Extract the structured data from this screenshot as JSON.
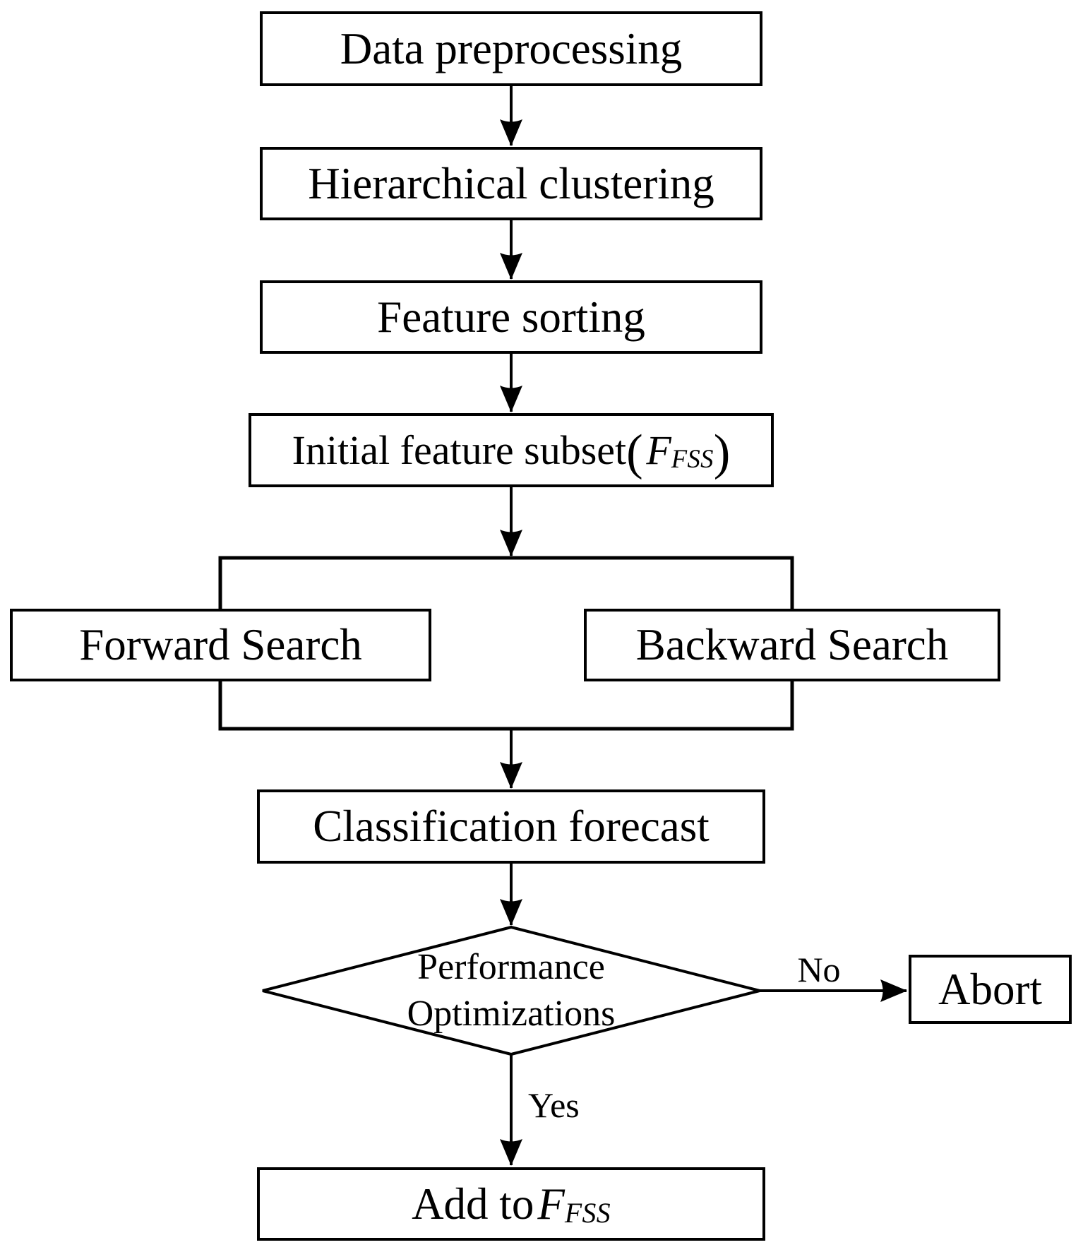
{
  "figure": {
    "type": "flowchart",
    "colors": {
      "background": "#ffffff",
      "stroke": "#000000",
      "node_fill": "#ffffff",
      "text": "#000000"
    },
    "nodes": {
      "data_preprocessing": {
        "shape": "rect",
        "label": "Data preprocessing"
      },
      "hierarchical_clustering": {
        "shape": "rect",
        "label": "Hierarchical clustering"
      },
      "feature_sorting": {
        "shape": "rect",
        "label": "Feature sorting"
      },
      "initial_feature_subset": {
        "shape": "rect",
        "prefix": "Initial feature subset ",
        "paren_open": "(",
        "var_main": "F",
        "var_sub": "FSS",
        "paren_close": ")"
      },
      "forward_search": {
        "shape": "rect",
        "label": "Forward Search"
      },
      "backward_search": {
        "shape": "rect",
        "label": "Backward Search"
      },
      "classification_forecast": {
        "shape": "rect",
        "label": "Classification forecast"
      },
      "performance_optimizations": {
        "shape": "diamond",
        "line1": "Performance",
        "line2": "Optimizations"
      },
      "abort": {
        "shape": "rect",
        "label": "Abort"
      },
      "add_to_fss": {
        "shape": "rect",
        "prefix": "Add to ",
        "var_main": "F",
        "var_sub": "FSS"
      }
    },
    "edge_labels": {
      "no": "No",
      "yes": "Yes"
    }
  }
}
